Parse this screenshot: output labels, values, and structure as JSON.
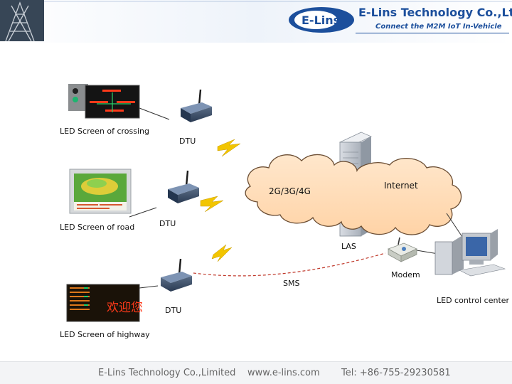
{
  "header": {
    "company_name": "E-Lins Technology Co.,Ltd.",
    "tagline": "Connect the M2M IoT In-Vehicle",
    "logo_text": "E-Lins"
  },
  "diagram": {
    "led_crossing_label": "LED Screen of crossing",
    "led_road_label": "LED Screen of road",
    "led_highway_label": "LED Screen of highway",
    "dtu_label_1": "DTU",
    "dtu_label_2": "DTU",
    "dtu_label_3": "DTU",
    "cloud_left_label": "2G/3G/4G",
    "cloud_right_label": "Internet",
    "las_label": "LAS",
    "sms_label": "SMS",
    "modem_label": "Modem",
    "control_center_label": "LED control center",
    "highway_screen_text": "欢迎您",
    "colors": {
      "cloud_fill": "#ffdcb5",
      "sms_line": "#c0392b",
      "lightning": "#f2c500",
      "led_text": "#ff3a1a",
      "brand_blue": "#1c4f9c"
    }
  },
  "footer": {
    "company": "E-Lins Technology Co.,Limited",
    "website": "www.e-lins.com",
    "tel": "Tel: +86-755-29230581"
  }
}
